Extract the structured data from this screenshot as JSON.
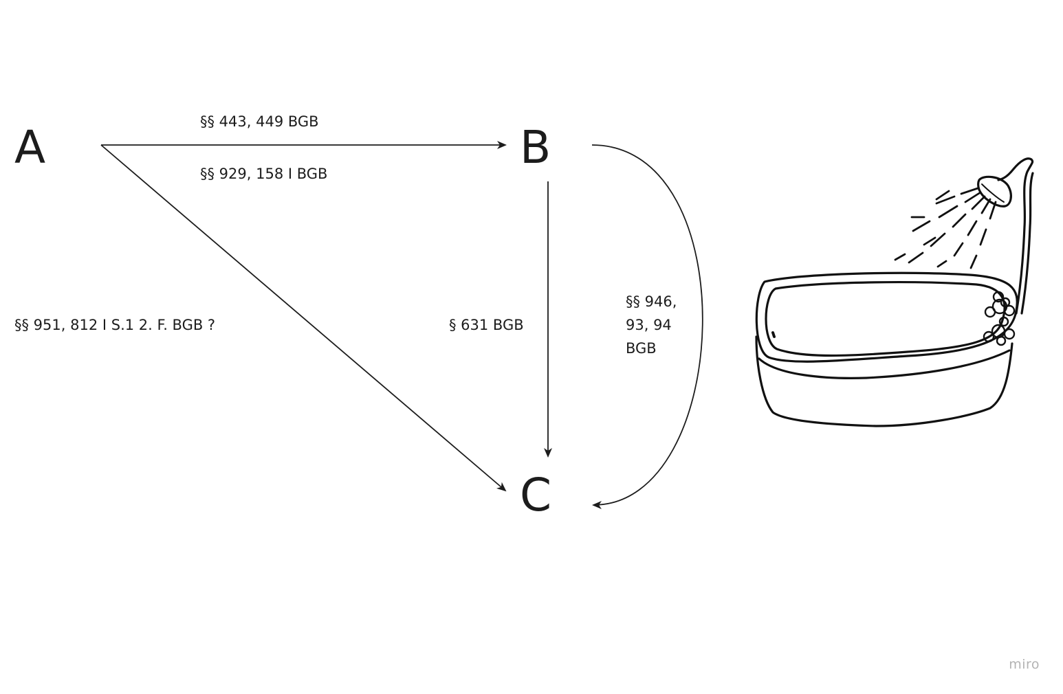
{
  "nodes": {
    "a": "A",
    "b": "B",
    "c": "C"
  },
  "edges": {
    "a_to_b_upper": "§§ 443, 449 BGB",
    "a_to_b_lower": "§§ 929, 158 I BGB",
    "a_to_c": "§§ 951, 812 I S.1 2. F. BGB ?",
    "b_to_c": "§ 631 BGB",
    "b_to_c_curved": "§§ 946, 93, 94 BGB"
  },
  "illustration": {
    "icon": "bathtub-with-shower-icon"
  },
  "watermark": "miro"
}
